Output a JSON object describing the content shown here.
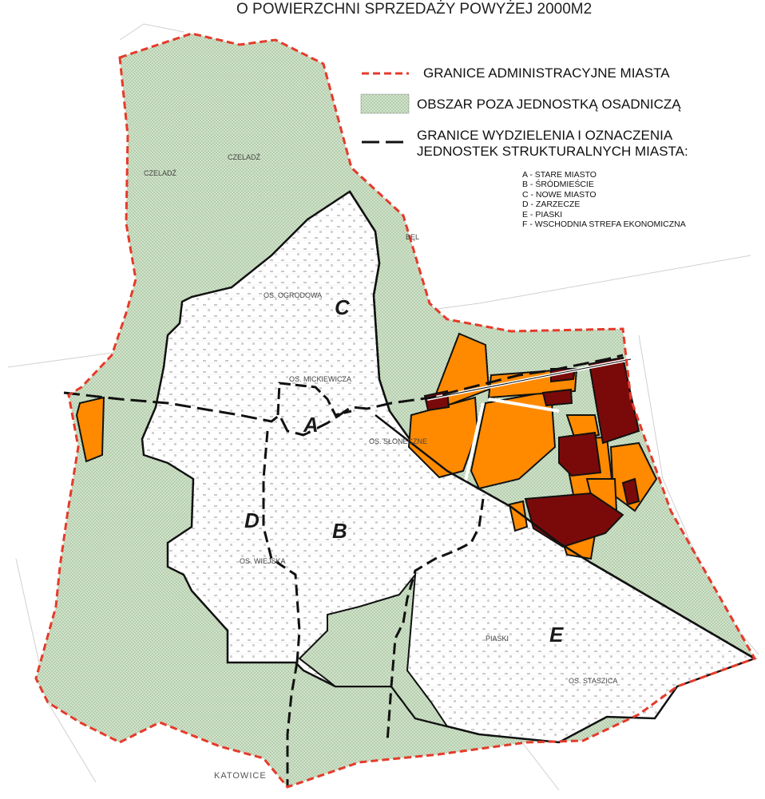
{
  "title": "O POWIERZCHNI SPRZEDAŻY POWYŻEJ 2000M2",
  "legend": {
    "admin_boundary": "GRANICE ADMINISTRACYJNE MIASTA",
    "outside_area": "OBSZAR POZA JEDNOSTKĄ OSADNICZĄ",
    "structural_line1": "GRANICE WYDZIELENIA I OZNACZENIA",
    "structural_line2": "JEDNOSTEK STRUKTURALNYCH MIASTA:"
  },
  "units": [
    "A - STARE MIASTO",
    "B - ŚRÓDMIEŚCIE",
    "C - NOWE MIASTO",
    "D - ZARZECZE",
    "E - PIASKI",
    "F - WSCHODNIA STREFA EKONOMICZNA"
  ],
  "zones": {
    "A": "A",
    "B": "B",
    "C": "C",
    "D": "D",
    "E": "E"
  },
  "places": {
    "katowice": "KATOWICE",
    "bel": "BĘL",
    "czeladz1": "CZELADŹ",
    "czeladz2": "CZELADŹ",
    "os_ogrodowa": "OS. OGRODOWA",
    "os_slowneczne": "OS. SŁONECZNE",
    "os_mickiewicza": "OS. MICKIEWICZA",
    "piaski": "PIASKI",
    "os_wiejska": "OS. WIEJSKA",
    "os_staszica": "OS. STASZICA"
  },
  "colors": {
    "admin_boundary": "#e53a2a",
    "outside_area_fill": "#cfe3c8",
    "orange_area": "#ff8a00",
    "dark_red_area": "#7a0a0a",
    "structural_line": "#111111"
  }
}
